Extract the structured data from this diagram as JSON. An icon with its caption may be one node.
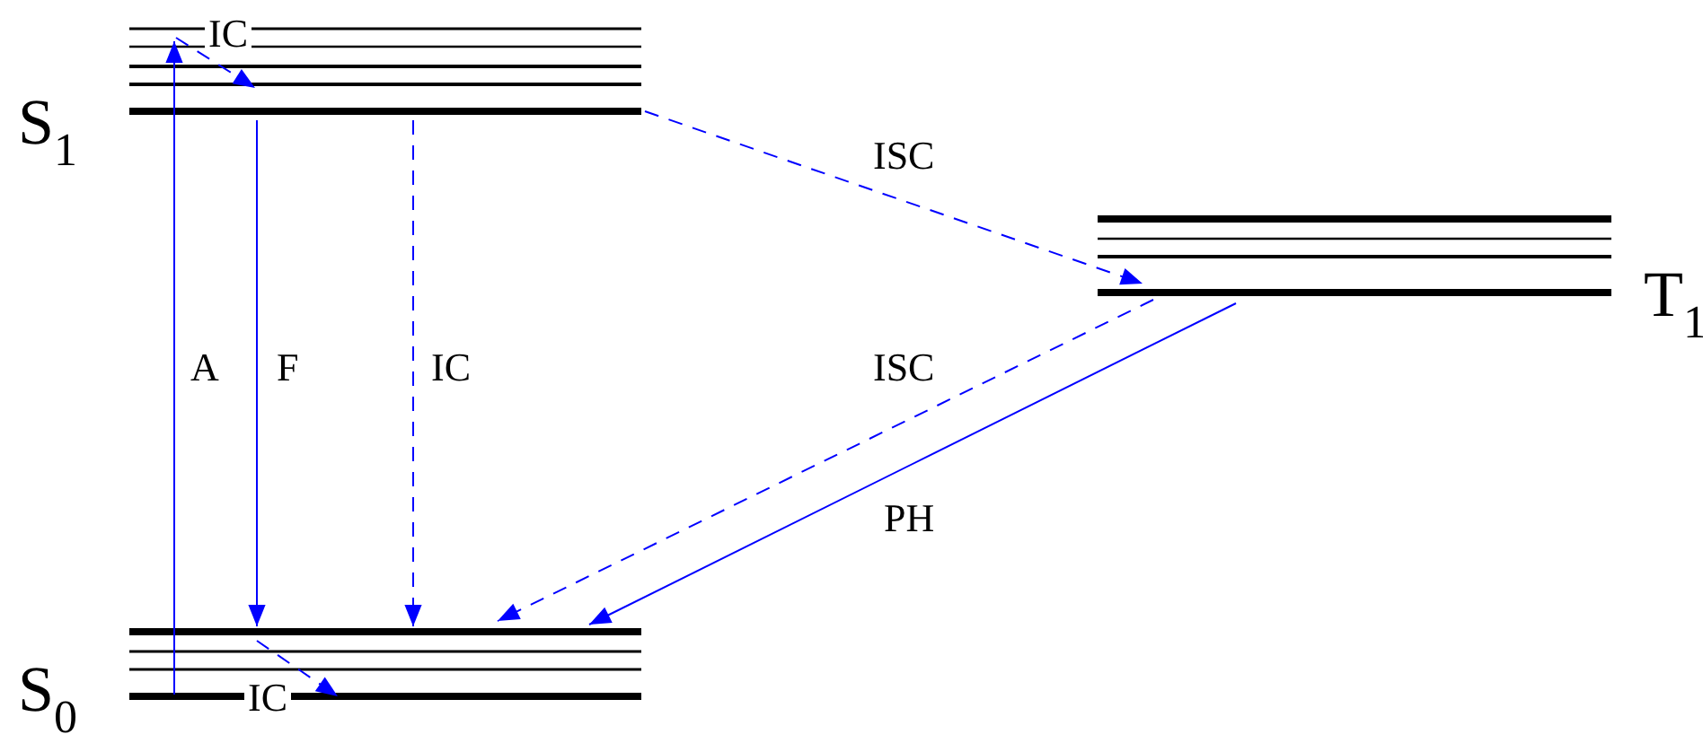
{
  "diagram": {
    "nodes": [
      {
        "text": [
          "S$_{1}$"
        ]
      },
      {
        "text": [
          "S$_{0}$"
        ]
      },
      {
        "text": [
          "T$_{1}$"
        ]
      }
    ],
    "edges": [
      {
        "from": 1,
        "to": 0,
        "arrow": "to",
        "label": "A"
      },
      {
        "from": 0,
        "to": 0,
        "arrow": "to",
        "label": "IC",
        "style": "dashed"
      },
      {
        "from": 0,
        "to": 1,
        "arrow": "to",
        "label": "F"
      },
      {
        "from": 0,
        "to": 1,
        "arrow": "to",
        "label": "IC",
        "style": "dashed"
      },
      {
        "from": 0,
        "to": 2,
        "arrow": "to",
        "label": "ISC",
        "style": "dashed"
      },
      {
        "from": 2,
        "to": 1,
        "arrow": "to",
        "label": "ISC",
        "style": "dashed"
      },
      {
        "from": 2,
        "to": 1,
        "arrow": "to",
        "label": "PH"
      },
      {
        "from": 1,
        "to": 1,
        "arrow": "to",
        "label": "IC",
        "style": "dashed"
      }
    ]
  }
}
